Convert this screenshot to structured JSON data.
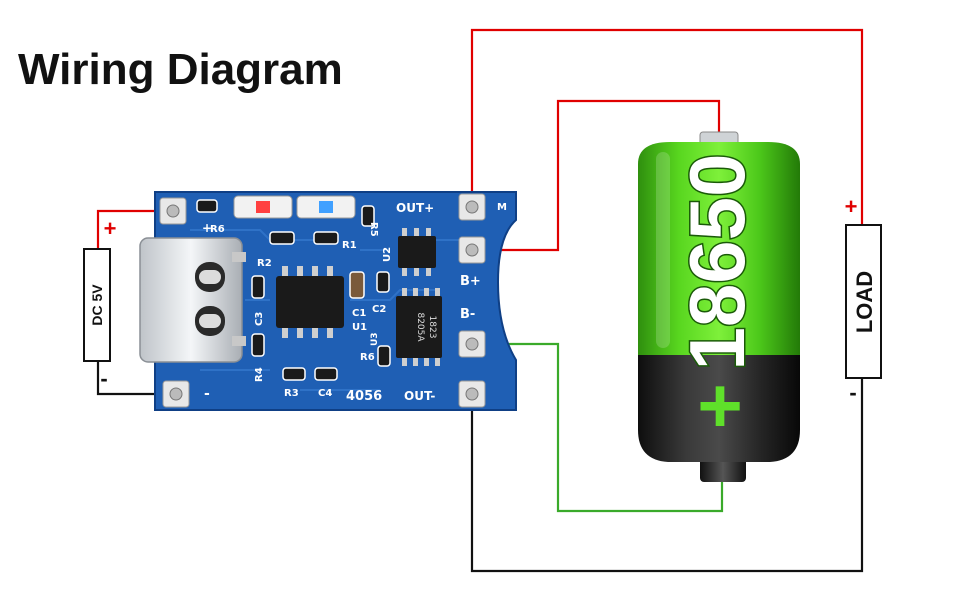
{
  "title": "Wiring Diagram",
  "power_input": {
    "label": "DC 5V",
    "plus": "+",
    "minus": "-"
  },
  "load": {
    "label": "LOAD",
    "plus": "+",
    "minus": "-"
  },
  "battery": {
    "label": "18650",
    "symbol": "+"
  },
  "board": {
    "model": "4056",
    "terminals": {
      "out_plus": "OUT+",
      "b_plus": "B+",
      "b_minus": "B-",
      "out_minus": "OUT-",
      "in_plus": "+",
      "in_minus": "-"
    },
    "components": {
      "r6": "R6",
      "r1": "R1",
      "r2": "R2",
      "r3": "R3",
      "r4": "R4",
      "r5": "R5",
      "r6b": "R6",
      "c1": "C1",
      "c2": "C2",
      "c3": "C3",
      "c4": "C4",
      "u1": "U1",
      "u2": "U2",
      "u3": "U3",
      "ic_marking_1": "8205A",
      "ic_marking_2": "1823",
      "corner_mark": "M"
    }
  },
  "colors": {
    "positive_wire": "#e00000",
    "negative_wire": "#111111",
    "battery_neg_wire": "#3aaa2a",
    "pcb": "#1f5fb4",
    "battery_green": "#4fd61c"
  }
}
